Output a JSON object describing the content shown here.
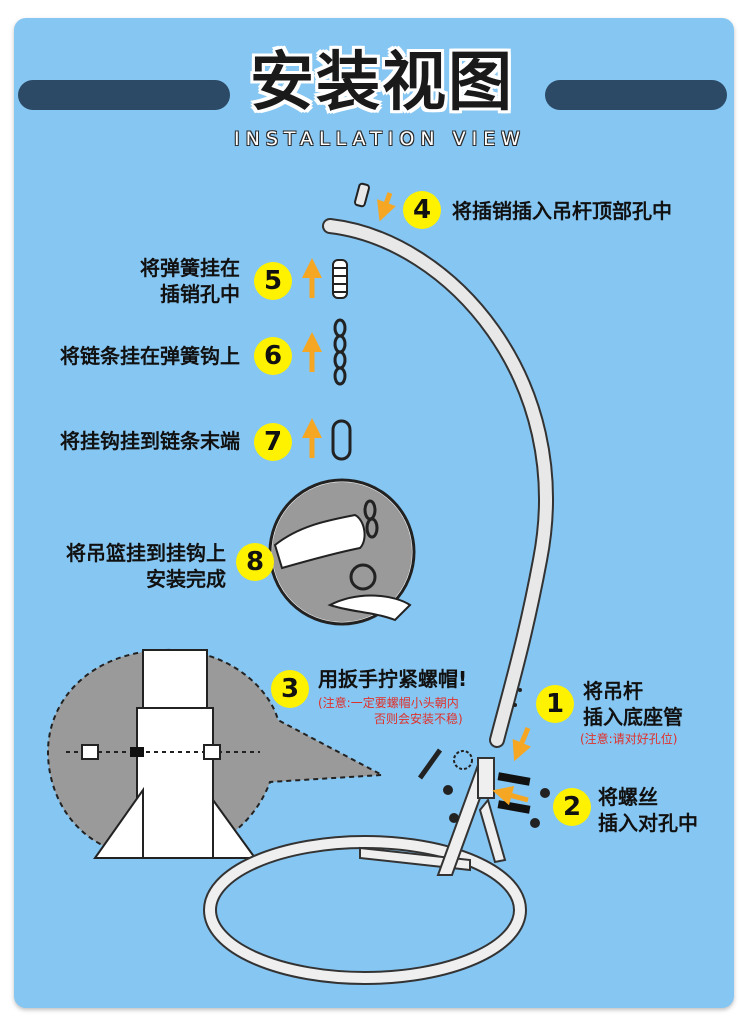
{
  "header": {
    "title": "安装视图",
    "subtitle": "INSTALLATION VIEW"
  },
  "steps": [
    {
      "number": "1",
      "text_line1": "将吊杆",
      "text_line2": "插入底座管",
      "note": "(注意:请对好孔位)"
    },
    {
      "number": "2",
      "text_line1": "将螺丝",
      "text_line2": "插入对孔中"
    },
    {
      "number": "3",
      "text_line1": "用扳手拧紧螺帽!",
      "note_line1": "(注意:一定要螺帽小头朝内",
      "note_line2": "否则会安装不稳)"
    },
    {
      "number": "4",
      "text_line1": "将插销插入吊杆顶部孔中"
    },
    {
      "number": "5",
      "text_line1": "将弹簧挂在",
      "text_line2": "插销孔中"
    },
    {
      "number": "6",
      "text_line1": "将链条挂在弹簧钩上"
    },
    {
      "number": "7",
      "text_line1": "将挂钩挂到链条末端"
    },
    {
      "number": "8",
      "text_line1": "将吊篮挂到挂钩上",
      "text_line2": "安装完成"
    }
  ],
  "colors": {
    "background": "#86c6f2",
    "header_bar": "#2c4a66",
    "badge": "#fff200",
    "arrow": "#f5a623",
    "note": "#e0302a"
  }
}
